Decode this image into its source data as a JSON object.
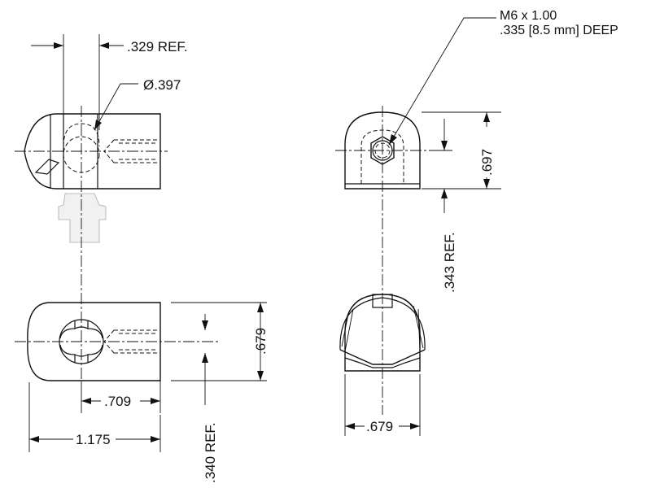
{
  "dimensions": {
    "ref_329": ".329 REF.",
    "dia_397": "Ø.397",
    "thread_line1": "M6 x 1.00",
    "thread_line2": ".335 [8.5 mm] DEEP",
    "dim_697": ".697",
    "ref_343": ".343 REF.",
    "dim_679_side": ".679",
    "dim_709": ".709",
    "dim_1175": "1.175",
    "ref_340": ".340 REF.",
    "dim_679_bottom": ".679"
  },
  "colors": {
    "line": "#111111",
    "ghost_fill": "#f1f1f1",
    "ghost_stroke": "#bdbdbd"
  }
}
